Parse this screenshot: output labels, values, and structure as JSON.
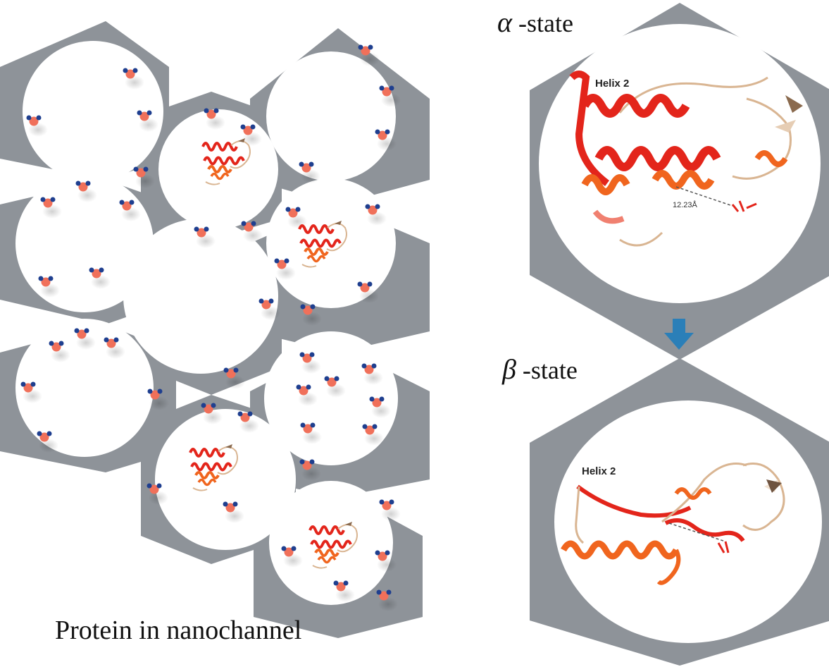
{
  "caption": "Protein in nanochannel",
  "alpha_state": {
    "symbol": "α",
    "label": "-state",
    "helix_label": "Helix 2",
    "distance_label": "12.23Å"
  },
  "beta_state": {
    "symbol": "β",
    "label": "-state",
    "helix_label": "Helix 2"
  },
  "colors": {
    "channel_wall": "#8e9399",
    "pore_fill": "#ffffff",
    "water_oxygen": "#f0705a",
    "water_hydrogen": "#1f3f8f",
    "helix_red": "#e3251b",
    "helix_orange": "#f0651e",
    "coil_tan": "#d9b592",
    "arrow_blue": "#2b7fb8"
  },
  "icons": [
    "water-molecule-icon",
    "protein-ribbon-icon",
    "down-arrow-icon"
  ]
}
